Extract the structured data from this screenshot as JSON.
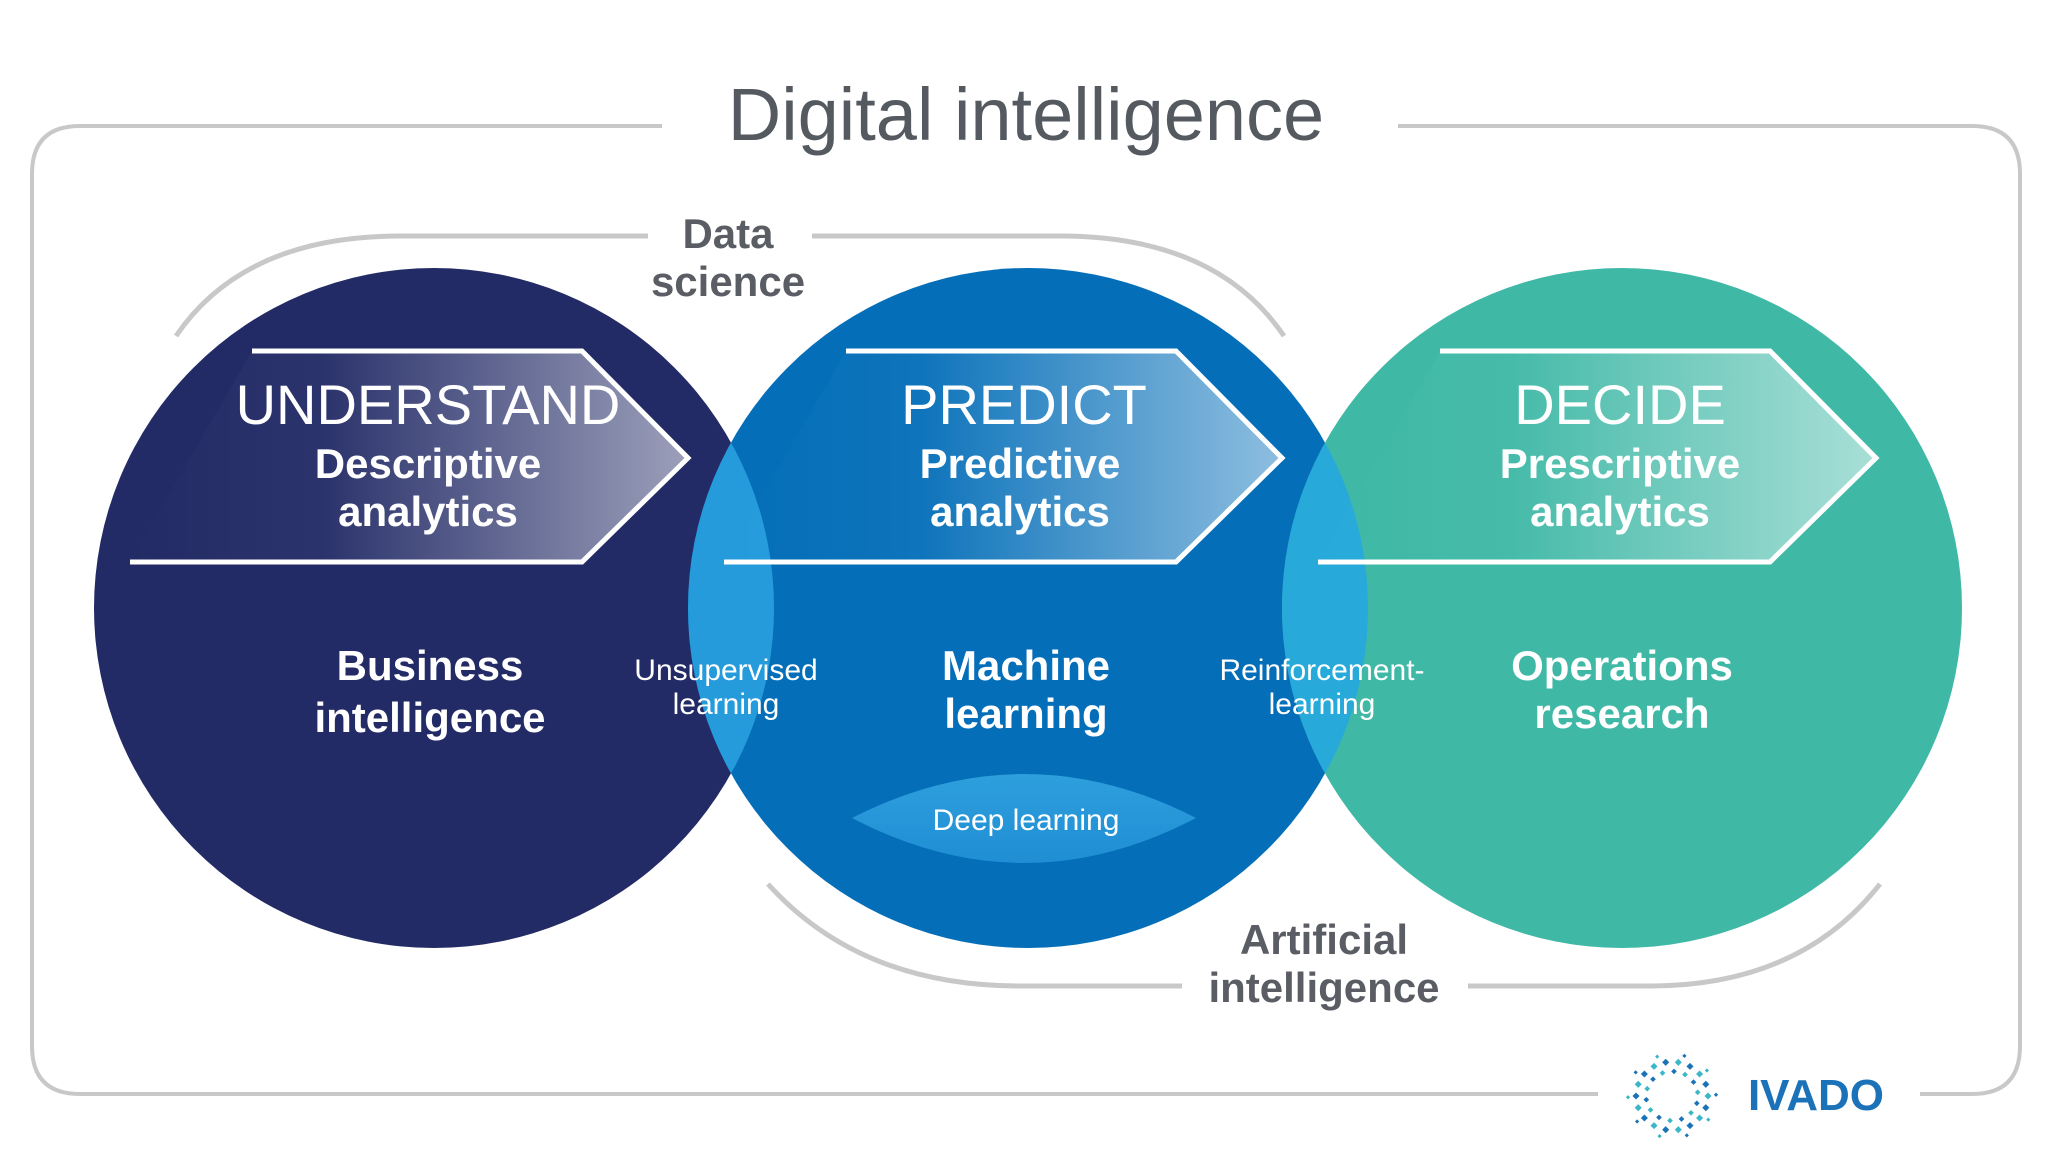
{
  "title": "Digital intelligence",
  "data_science": {
    "line1": "Data",
    "line2": "science"
  },
  "artificial_intelligence": {
    "line1": "Artificial",
    "line2": "intelligence"
  },
  "stages": [
    {
      "verb": "UNDERSTAND",
      "analytics1": "Descriptive",
      "analytics2": "analytics",
      "field1": "Business",
      "field2": "intelligence",
      "color": "#232B66"
    },
    {
      "verb": "PREDICT",
      "analytics1": "Predictive",
      "analytics2": "analytics",
      "field1": "Machine",
      "field2": "learning",
      "color": "#046EB8"
    },
    {
      "verb": "DECIDE",
      "analytics1": "Prescriptive",
      "analytics2": "analytics",
      "field1": "Operations",
      "field2": "research",
      "color": "#3FB8A6"
    }
  ],
  "overlaps": {
    "left": {
      "line1": "Unsupervised",
      "line2": "learning"
    },
    "right": {
      "line1": "Reinforcement-",
      "line2": "learning"
    }
  },
  "deep_learning": "Deep learning",
  "brand": {
    "name": "IVADO",
    "icon": "ivado-dotted-ring-logo",
    "color": "#1C72B8"
  },
  "colors": {
    "frame": "#C8C8C8",
    "title_text": "#555A60",
    "bracket_text": "#5A5E64"
  }
}
